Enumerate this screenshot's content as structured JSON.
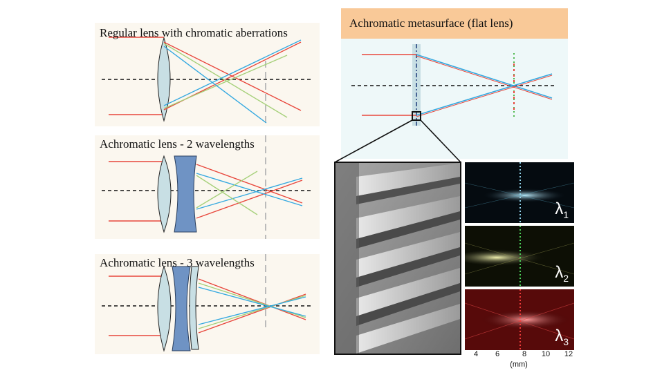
{
  "panels": {
    "regular": {
      "title": "Regular lens with chromatic aberrations"
    },
    "achromat2": {
      "title": "Achromatic lens - 2 wavelengths"
    },
    "achromat3": {
      "title": "Achromatic lens - 3 wavelengths"
    },
    "metasurface": {
      "title": "Achromatic metasurface (flat lens)"
    }
  },
  "focal_strips": [
    {
      "wavelength_label": "λ",
      "index": "1",
      "color": "#8fd3ea"
    },
    {
      "wavelength_label": "λ",
      "index": "2",
      "color": "#dfe0a0"
    },
    {
      "wavelength_label": "λ",
      "index": "3",
      "color": "#f03a3a"
    }
  ],
  "axis": {
    "ticks": [
      "4",
      "6",
      "8",
      "10",
      "12"
    ],
    "unit": "(mm)"
  },
  "colors": {
    "ray_red": "#e8473c",
    "ray_green": "#a6d07a",
    "ray_blue": "#35a9e0",
    "lens_fill": "#c8dfe4",
    "flint_fill": "#6f93c4",
    "panel_bg": "#fbf7ef",
    "meta_header": "#f9c998"
  }
}
